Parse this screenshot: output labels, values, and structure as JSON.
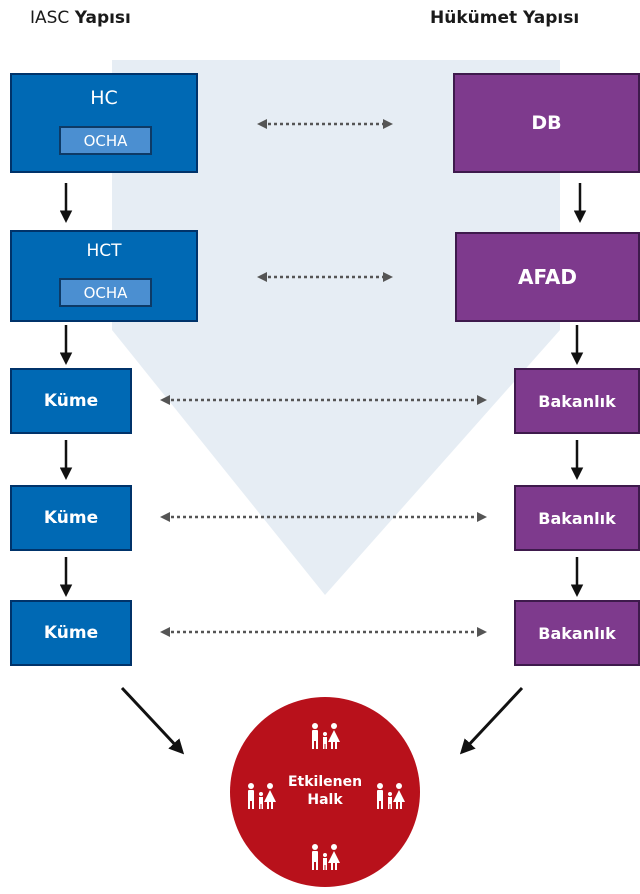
{
  "headers": {
    "left_plain": "IASC",
    "left_bold": "Yapısı",
    "right": "Hükümet Yapısı"
  },
  "left": {
    "hc": {
      "label": "HC",
      "sub": "OCHA"
    },
    "hct": {
      "label": "HCT",
      "sub": "OCHA"
    },
    "kume": [
      "Küme",
      "Küme",
      "Küme"
    ]
  },
  "right": {
    "db": "DB",
    "afad": "AFAD",
    "bakanlik": [
      "Bakanlık",
      "Bakanlık",
      "Bakanlık"
    ]
  },
  "target": {
    "line1": "Etkilenen",
    "line2": "Halk"
  },
  "colors": {
    "blue": "#0069b4",
    "purple": "#7e3a8d",
    "red": "#b8111b",
    "funnel": "#e6edf4"
  }
}
